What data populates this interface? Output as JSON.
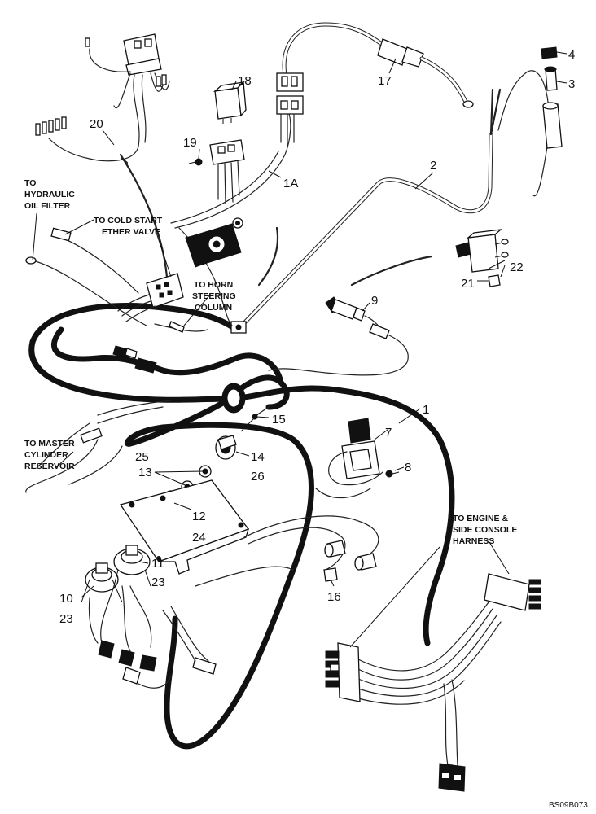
{
  "callouts": {
    "c1": "1",
    "c1a": "1A",
    "c2": "2",
    "c3": "3",
    "c4": "4",
    "c7": "7",
    "c8": "8",
    "c9": "9",
    "c10": "10",
    "c11": "11",
    "c12": "12",
    "c13": "13",
    "c14": "14",
    "c15": "15",
    "c16": "16",
    "c17": "17",
    "c18": "18",
    "c19": "19",
    "c20": "20",
    "c21": "21",
    "c22": "22",
    "c23a": "23",
    "c23b": "23",
    "c24": "24",
    "c25": "25",
    "c26": "26"
  },
  "notes": {
    "hydraulic": [
      "TO",
      "HYDRAULIC",
      "OIL FILTER"
    ],
    "cold_start": [
      "TO COLD START",
      "ETHER VALVE"
    ],
    "horn": [
      "TO HORN",
      "STEERING",
      "COLUMN"
    ],
    "master_cylinder": [
      "TO MASTER",
      "CYLINDER",
      "RESERVOIR"
    ],
    "engine": [
      "TO ENGINE &",
      "SIDE CONSOLE",
      "HARNESS"
    ]
  },
  "drawing_code": "BS09B073"
}
